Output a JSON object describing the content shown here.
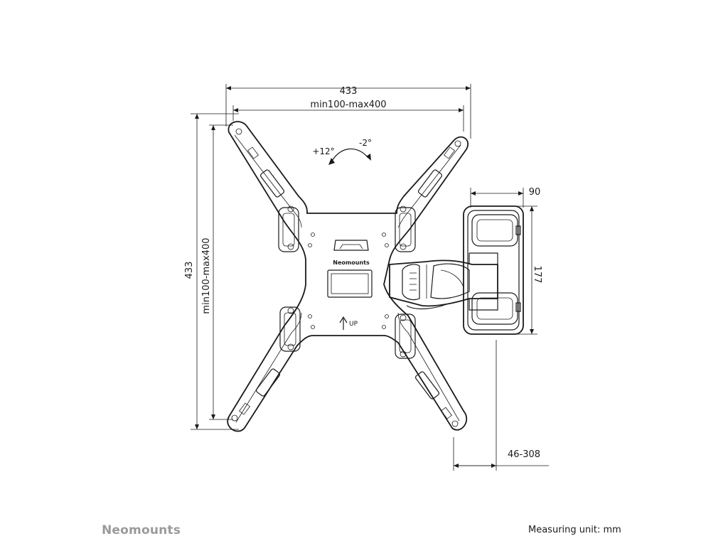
{
  "dimensions": {
    "top_total": "433",
    "top_vesa": "min100-max400",
    "left_total": "433",
    "left_vesa": "min100-max400",
    "depth_plate": "90",
    "height_plate": "177",
    "wall_distance": "46-308"
  },
  "tilt": {
    "forward": "+12°",
    "backward": "-2°"
  },
  "product": {
    "plate_logo": "Neomounts",
    "up_label": "UP"
  },
  "footer": {
    "brand": "Neomounts",
    "measuring_unit": "Measuring unit: mm"
  },
  "colors": {
    "line": "#1a1a1a",
    "brand_gray": "#9a9a9a"
  }
}
